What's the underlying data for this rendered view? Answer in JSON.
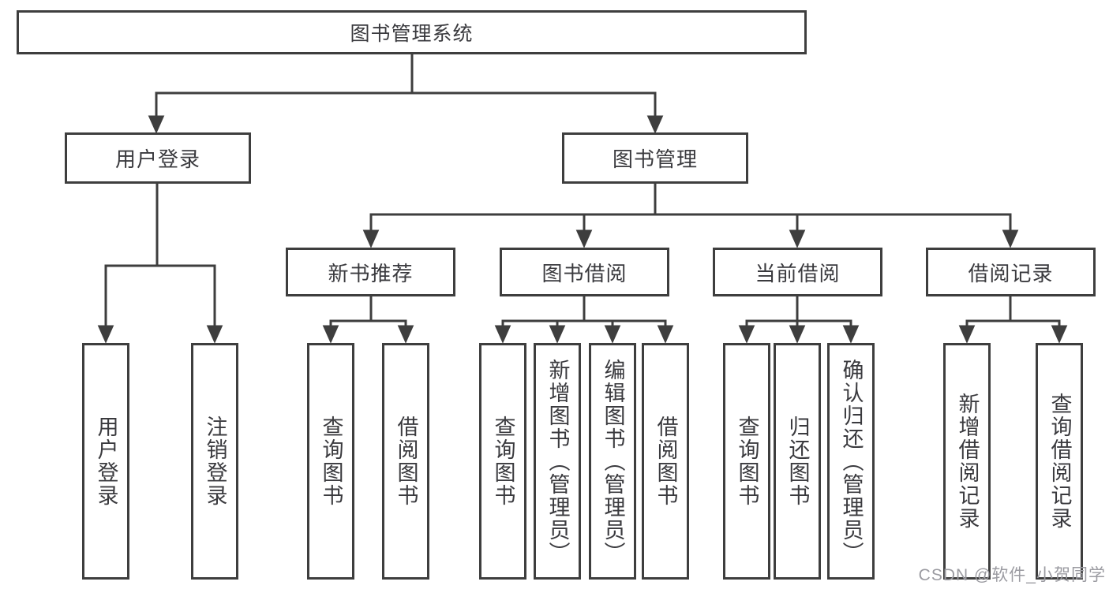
{
  "tree": {
    "root": "图书管理系统",
    "level2": [
      "用户登录",
      "图书管理"
    ],
    "level3": [
      "新书推荐",
      "图书借阅",
      "当前借阅",
      "借阅记录"
    ],
    "groups": {
      "user_login": [
        "用户登录",
        "注销登录"
      ],
      "new_book": [
        "查询图书",
        "借阅图书"
      ],
      "book_borrow": [
        "查询图书",
        "新增图书（管理员）",
        "编辑图书（管理员）",
        "借阅图书"
      ],
      "current_borrow": [
        "查询图书",
        "归还图书",
        "确认归还（管理员）"
      ],
      "borrow_record": [
        "新增借阅记录",
        "查询借阅记录"
      ]
    }
  },
  "watermark": {
    "text": "CSDN @软件_小贺同学"
  },
  "colors": {
    "line": "#3e3e3e",
    "border": "#3e3e3e",
    "text": "#3a3a3e",
    "background": "#ffffff",
    "watermark": "#9b9ba1"
  }
}
